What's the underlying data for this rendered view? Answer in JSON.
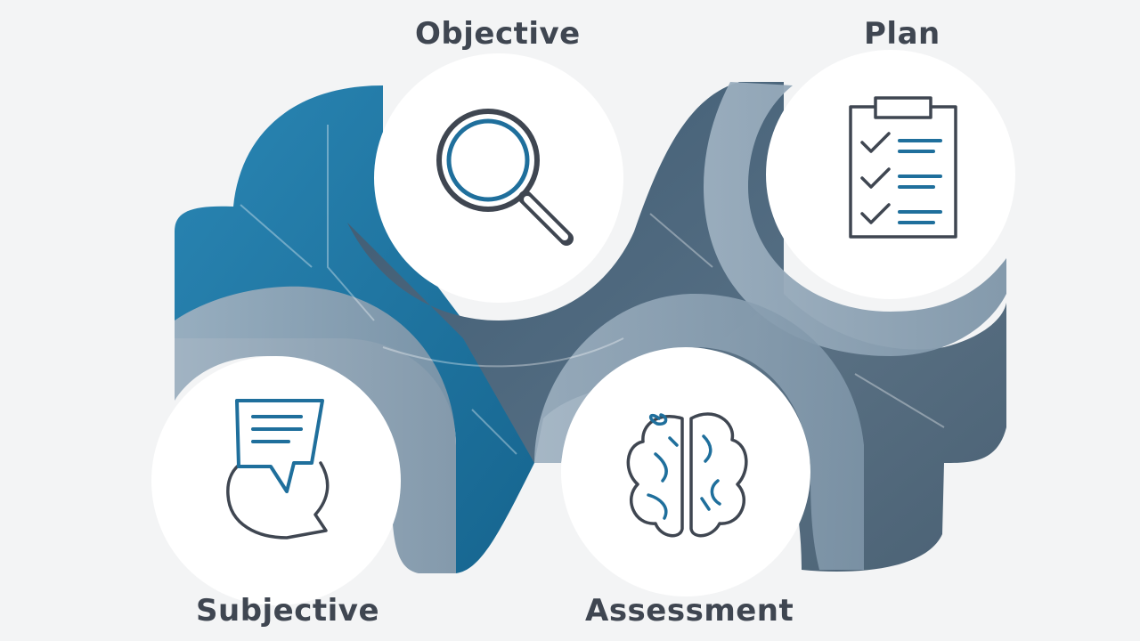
{
  "diagram": {
    "colors": {
      "background": "#f3f4f5",
      "blue": "#1e78a6",
      "slate": "#4c6479",
      "gray": "#8a9fb0",
      "icon_stroke_dark": "#3f4651",
      "icon_stroke_blue": "#1f6f9c",
      "label_text": "#3f4651"
    },
    "sections": [
      {
        "id": "objective",
        "label": "Objective",
        "icon": "magnifying-glass-icon"
      },
      {
        "id": "plan",
        "label": "Plan",
        "icon": "clipboard-checklist-icon"
      },
      {
        "id": "subjective",
        "label": "Subjective",
        "icon": "speech-bubbles-icon"
      },
      {
        "id": "assessment",
        "label": "Assessment",
        "icon": "brain-icon"
      }
    ]
  }
}
